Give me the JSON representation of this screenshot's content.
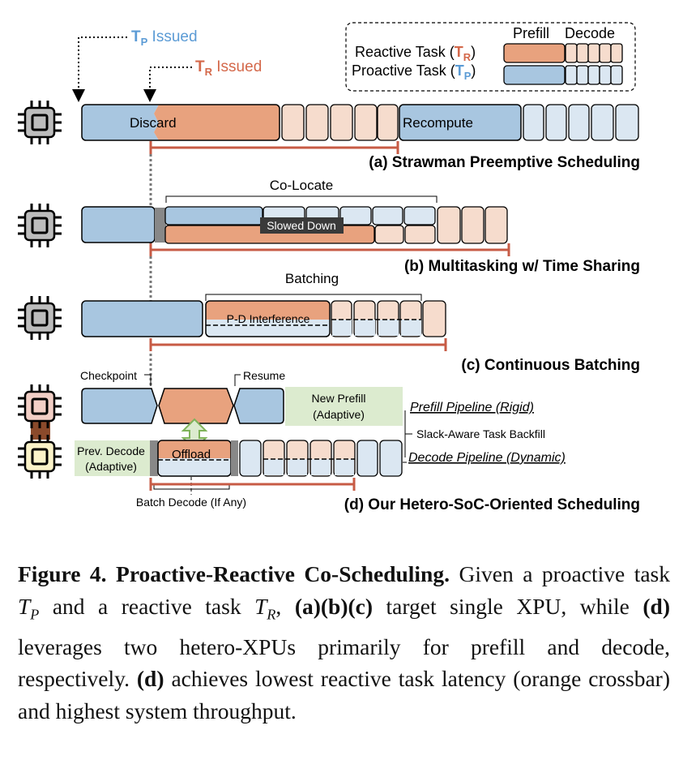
{
  "colors": {
    "proactive": "#a8c6e0",
    "proactive_light": "#dbe7f2",
    "reactive": "#e8a27e",
    "reactive_light": "#f6dccd",
    "tp_label": "#5b9bd5",
    "tr_label": "#d4684a",
    "latency_bar": "#c75b45",
    "green": "#dcebcf",
    "chip_gray": "#bdbdbd",
    "chip_pink": "#f2cfc6",
    "chip_cream": "#fbf3c9"
  },
  "issued": {
    "tp": {
      "sym": "T",
      "sub": "P",
      "text": " Issued"
    },
    "tr": {
      "sym": "T",
      "sub": "R",
      "text": " Issued"
    }
  },
  "legend": {
    "prefill": "Prefill",
    "decode": "Decode",
    "reactive": {
      "pre": "Reactive Task (",
      "sym": "T",
      "sub": "R",
      "post": ")"
    },
    "proactive": {
      "pre": "Proactive Task (",
      "sym": "T",
      "sub": "P",
      "post": ")"
    }
  },
  "row_a": {
    "discard": "Discard",
    "recompute": "Recompute",
    "title": "(a) Strawman Preemptive Scheduling"
  },
  "row_b": {
    "colocate": "Co-Locate",
    "slowed": "Slowed Down",
    "title": "(b) Multitasking w/ Time Sharing"
  },
  "row_c": {
    "batching": "Batching",
    "pd": "P-D Interference",
    "title": "(c) Continuous Batching"
  },
  "row_d": {
    "checkpoint": "Checkpoint",
    "resume": "Resume",
    "new_prefill_1": "New Prefill",
    "new_prefill_2": "(Adaptive)",
    "prefill_pipeline": "Prefill Pipeline (Rigid)",
    "slack": "Slack-Aware Task Backfill",
    "prev_decode_1": "Prev. Decode",
    "prev_decode_2": "(Adaptive)",
    "offload": "Offload",
    "decode_pipeline": "Decode Pipeline (Dynamic)",
    "batch_decode": "Batch Decode (If Any)",
    "title": "(d) Our Hetero-SoC-Oriented Scheduling"
  },
  "caption": {
    "figure": "Figure 4. Proactive-Reactive Co-Scheduling.",
    "s1": " Given a proactive task ",
    "tp": "T",
    "tp_sub": "P",
    "s2": " and a reactive task ",
    "tr": "T",
    "tr_sub": "R",
    "s3": ", ",
    "abc": "(a)(b)(c)",
    "s4": " target sin­gle XPU, while ",
    "d1": "(d)",
    "s5": " leverages two hetero-XPUs primarily for prefill and decode, respectively. ",
    "d2": "(d)",
    "s6": " achieves lowest reactive task latency (orange crossbar) and highest system through­put."
  }
}
